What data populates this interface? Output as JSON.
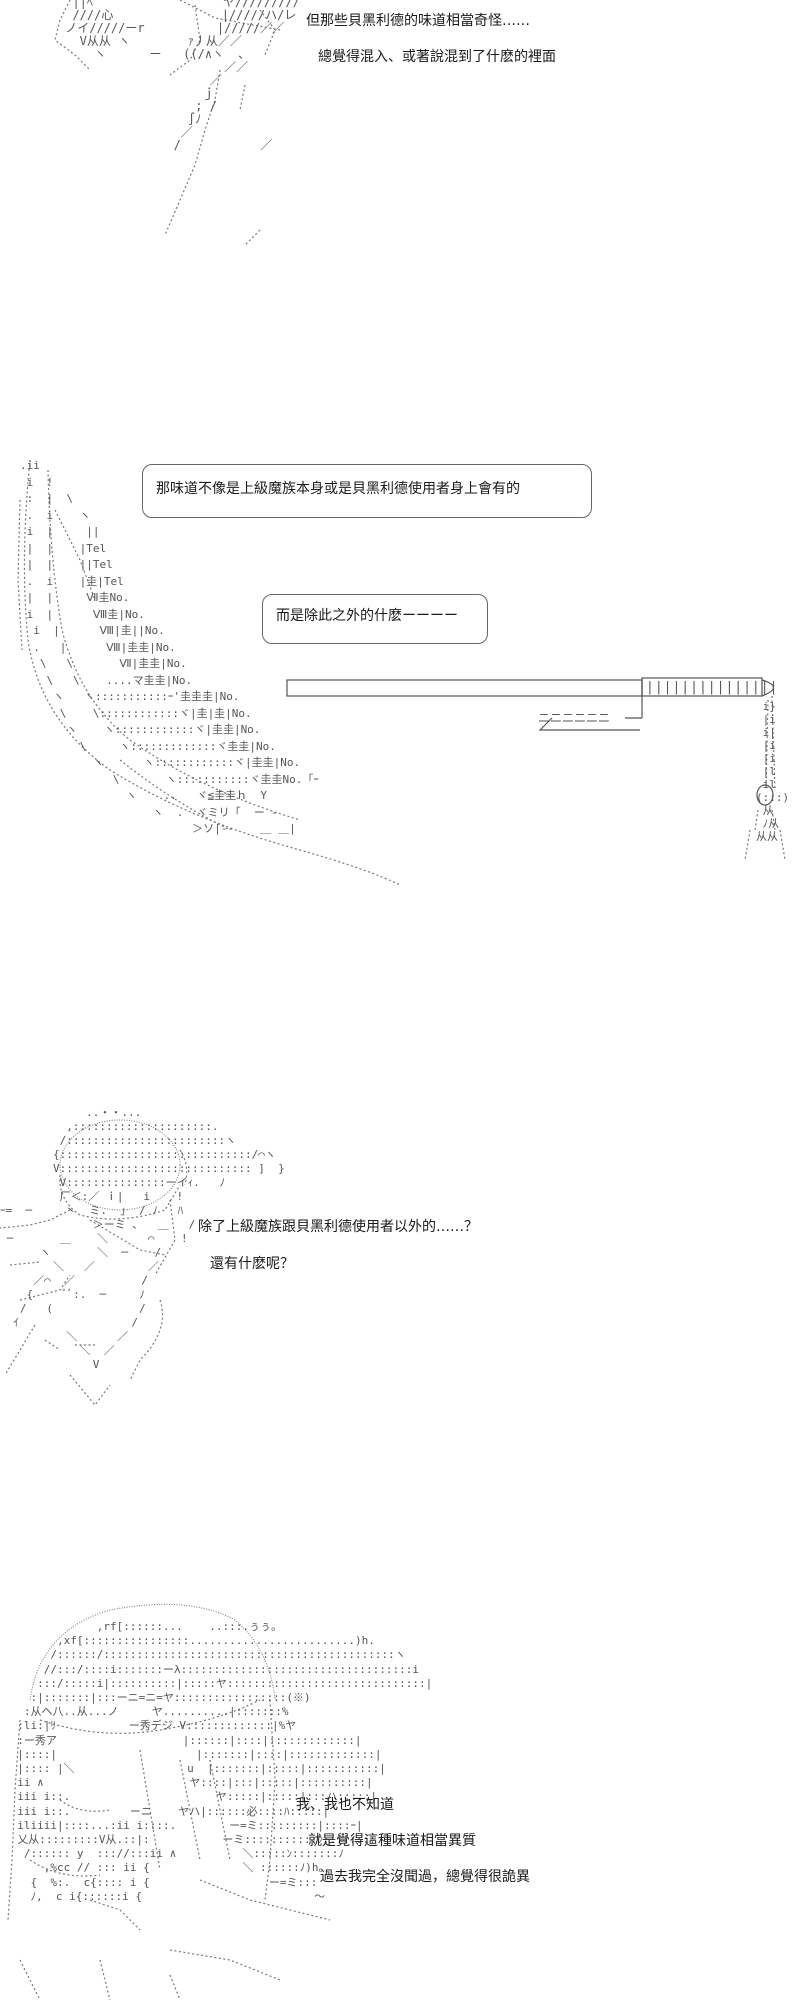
{
  "panel1": {
    "lines": [
      "但那些貝黑利德的味道相當奇怪……",
      "總覺得混入、或著說混到了什麽的裡面"
    ]
  },
  "panel2": {
    "bubble1": "那味道不像是上級魔族本身或是貝黑利德使用者身上會有的",
    "bubble2": "而是除此之外的什麽ーーーー",
    "rail_ticks": "|||||||||||||||",
    "sword_marks": [
      "|Tel",
      "||Tel",
      "|圭|Tel",
      "Ⅶ圭No.",
      "Ⅷ圭|No.",
      "Ⅷ|圭||No.",
      "Ⅷ|圭圭|No.",
      "Ⅶ|圭圭|No.",
      "マ圭圭|No.",
      "圭圭圭|No.",
      "|圭|圭|No.",
      "|圭圭|No.",
      "圭圭|No.",
      "|圭圭|No.",
      "圭圭No.",
      "≦圭圭",
      "ミリ「",
      "ソ"
    ]
  },
  "panel3": {
    "lines": [
      "除了上級魔族跟貝黑利德使用者以外的……？",
      "還有什麽呢？"
    ]
  },
  "panel4": {
    "lines": [
      "我、我也不知道",
      "就是覺得這種味道相當異質",
      "過去我完全沒聞過，總覺得很詭異"
    ],
    "ascii_fragments": [
      "ぅぅ。",
      "秀ア",
      "秀デジ",
      "(※)",
      "%",
      "|%"
    ]
  }
}
